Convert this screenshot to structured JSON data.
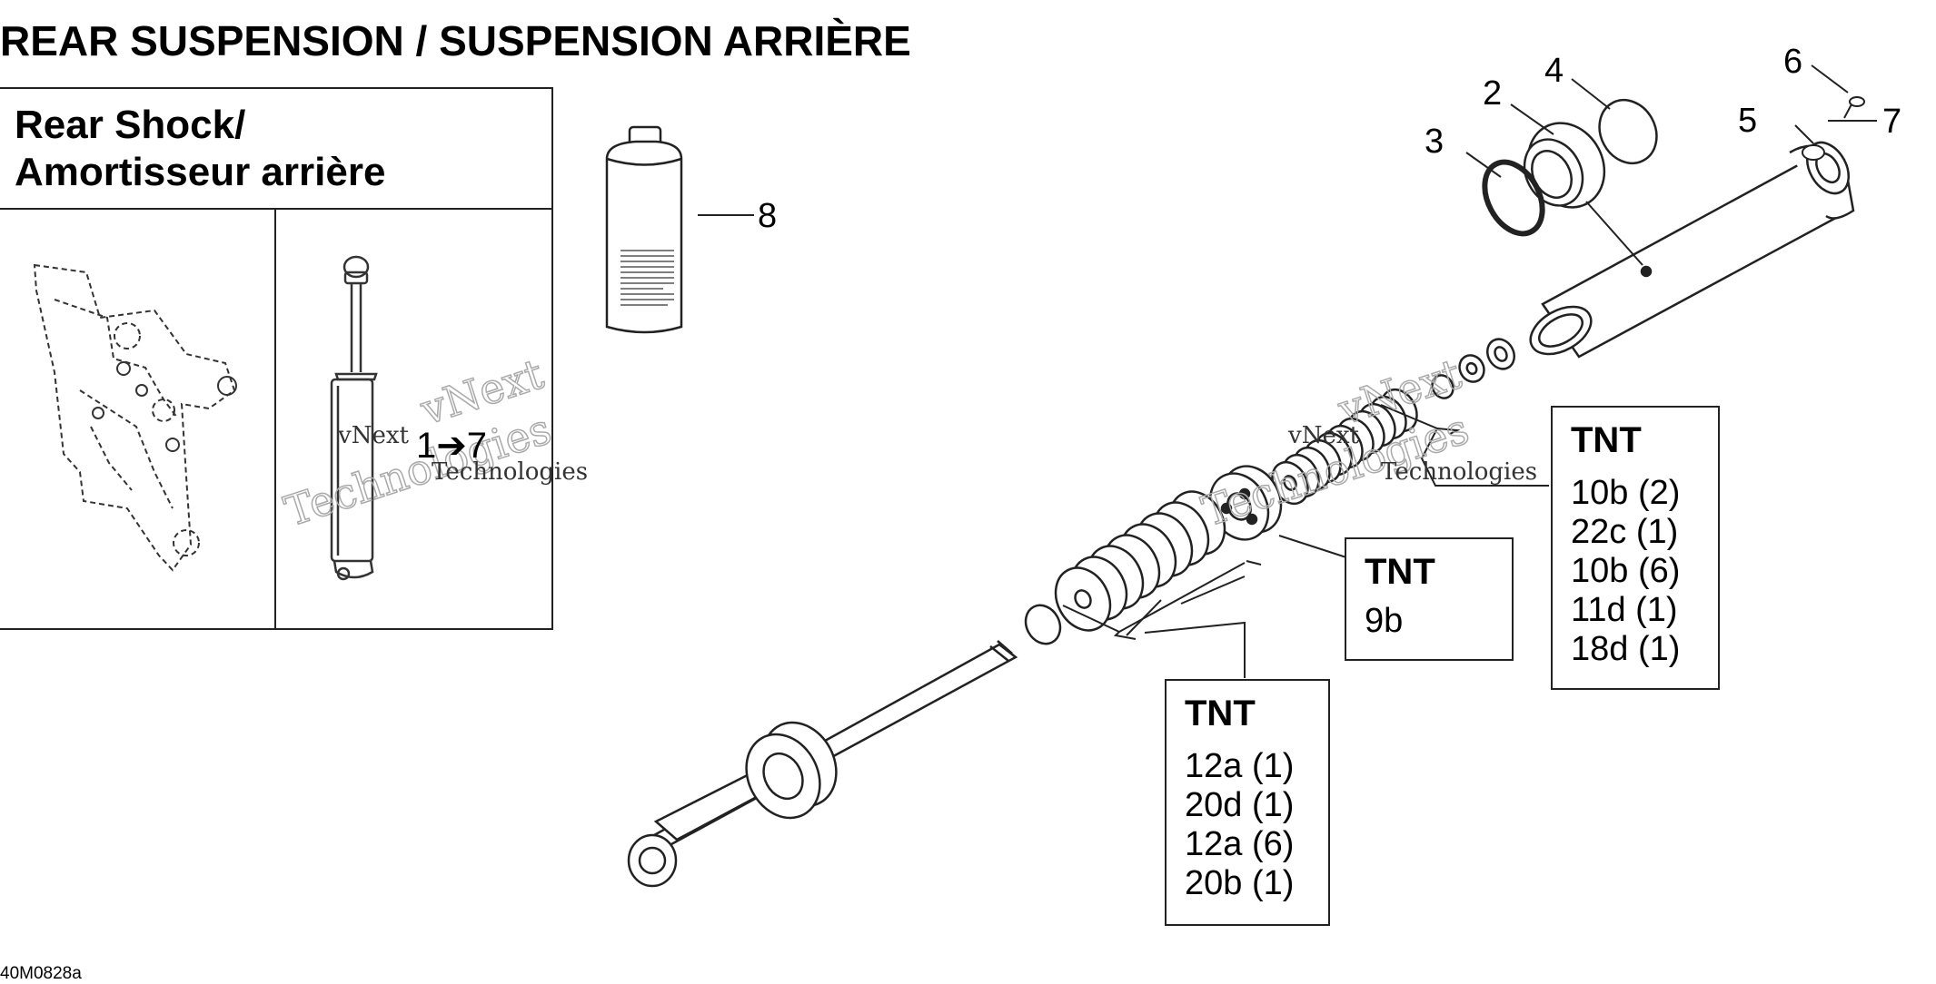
{
  "title": "REAR SUSPENSION / SUSPENSION ARRIÈRE",
  "footer_code": "40M0828a",
  "subassembly_box": {
    "line1": "Rear Shock/",
    "line2": "Amortisseur arrière",
    "range_label": "1➔7"
  },
  "callouts": {
    "n2": "2",
    "n3": "3",
    "n4": "4",
    "n5": "5",
    "n6": "6",
    "n7": "7",
    "n8": "8"
  },
  "tnt_boxes": [
    {
      "head": "TNT",
      "lines": [
        "10b (2)",
        "22c (1)",
        "10b (6)",
        "11d (1)",
        "18d (1)"
      ]
    },
    {
      "head": "TNT",
      "lines": [
        "9b"
      ]
    },
    {
      "head": "TNT",
      "lines": [
        "12a (1)",
        "20d (1)",
        "12a (6)",
        "20b (1)"
      ]
    }
  ],
  "watermark": {
    "line1": "vNext",
    "line2": "Technologies"
  }
}
